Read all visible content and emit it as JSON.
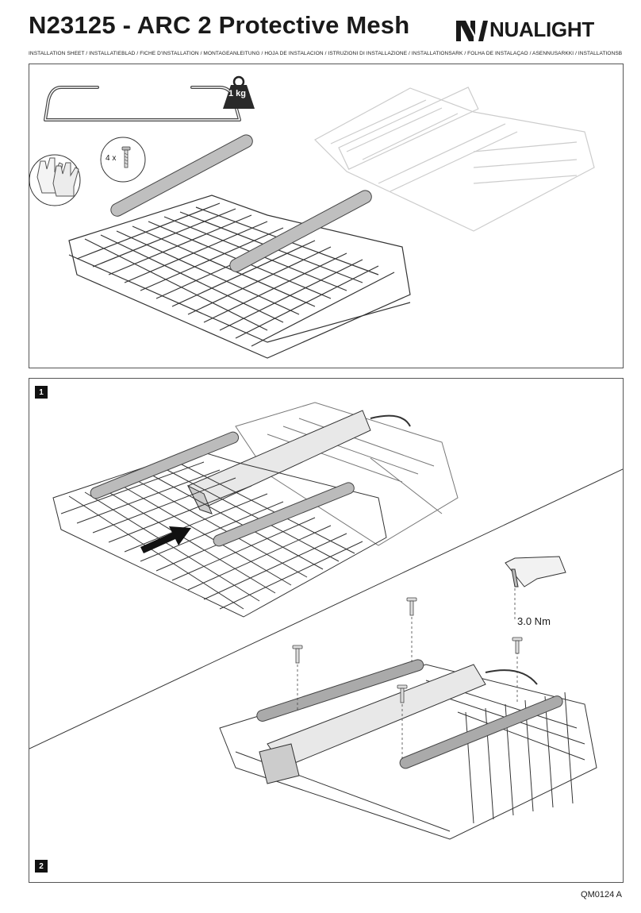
{
  "header": {
    "title": "N23125 - ARC 2 Protective Mesh",
    "brand": "NUALIGHT",
    "subtitle": "INSTALLATION SHEET / INSTALLATIEBLAD / FICHE D'INSTALLATION / MONTAGEANLEITUNG / HOJA DE INSTALACIÓN / ISTRUZIONI DI INSTALLAZIONE / INSTALLATIONSARK / FOLHA DE INSTALAÇÃO / ASENNUSARKKI / INSTALLATIONSBLAD / INSTALLASJONSARK"
  },
  "tools": {
    "weight_label": "1 kg",
    "screw_qty": "4 x"
  },
  "steps": {
    "step1": "1",
    "step2": "2",
    "torque": "3.0 Nm"
  },
  "footer": {
    "doc_code": "QM0124 A"
  },
  "icons": [
    "lifting-handle-icon",
    "weight-icon",
    "gloves-icon",
    "screw-icon",
    "drill-icon",
    "arrow-icon"
  ]
}
